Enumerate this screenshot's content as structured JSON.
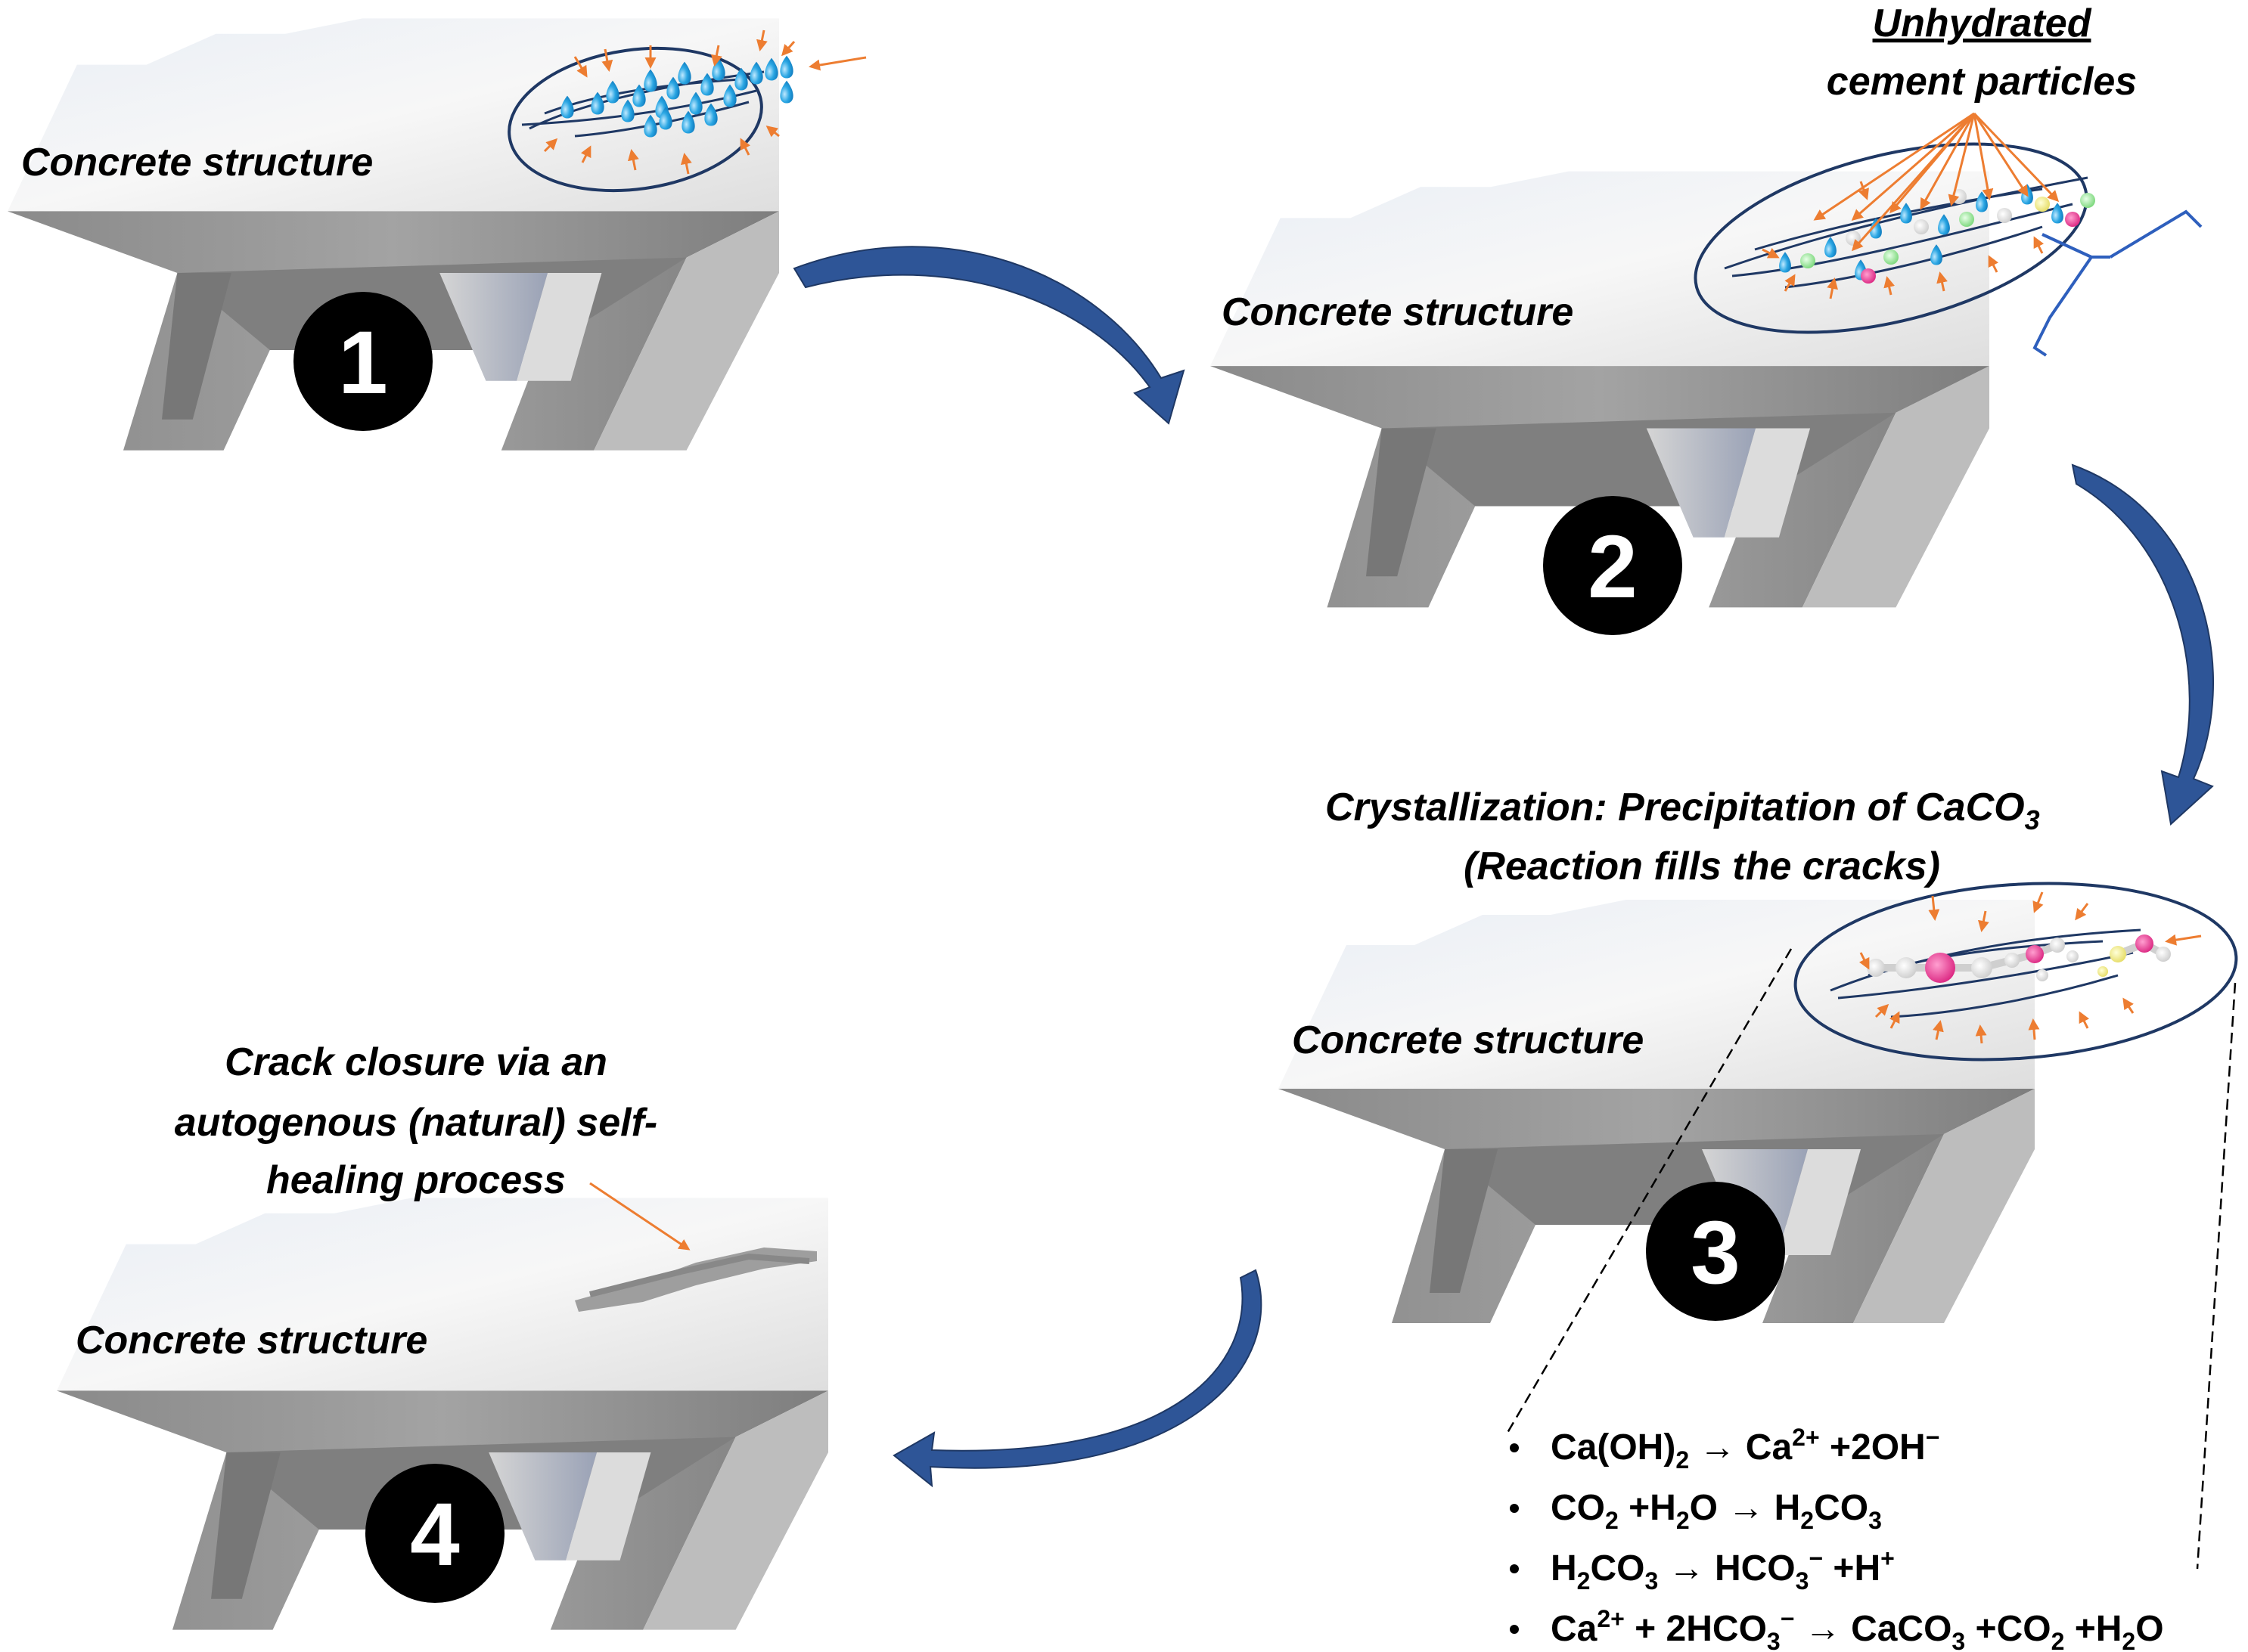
{
  "stages": [
    {
      "number": "1",
      "structure_label": "Concrete structure"
    },
    {
      "number": "2",
      "structure_label": "Concrete structure"
    },
    {
      "number": "3",
      "structure_label": "Concrete structure"
    },
    {
      "number": "4",
      "structure_label": "Concrete structure"
    }
  ],
  "annotations": {
    "unhydrated_line1": "Unhydrated",
    "unhydrated_line2": "cement particles",
    "crystallization_line1": "Crystallization: Precipitation of CaCO",
    "crystallization_sub": "3",
    "crystallization_line2": "(Reaction fills the cracks)",
    "closure_line1": "Crack closure via an",
    "closure_line2": "autogenous (natural) self-",
    "closure_line3": "healing process"
  },
  "reactions": [
    {
      "parts": [
        {
          "t": "Ca(OH)"
        },
        {
          "t": "2",
          "s": "sub"
        },
        {
          "t": " → Ca"
        },
        {
          "t": "2+",
          "s": "sup"
        },
        {
          "t": " +2OH"
        },
        {
          "t": "−",
          "s": "sup"
        }
      ]
    },
    {
      "parts": [
        {
          "t": "CO"
        },
        {
          "t": "2",
          "s": "sub"
        },
        {
          "t": " +H"
        },
        {
          "t": "2",
          "s": "sub"
        },
        {
          "t": "O → H"
        },
        {
          "t": "2",
          "s": "sub"
        },
        {
          "t": "CO"
        },
        {
          "t": "3",
          "s": "sub"
        }
      ]
    },
    {
      "parts": [
        {
          "t": "H"
        },
        {
          "t": "2",
          "s": "sub"
        },
        {
          "t": "CO"
        },
        {
          "t": "3",
          "s": "sub"
        },
        {
          "t": " → HCO"
        },
        {
          "t": "3",
          "s": "sub"
        },
        {
          "t": "−",
          "s": "sup"
        },
        {
          "t": " +H"
        },
        {
          "t": "+",
          "s": "sup"
        }
      ]
    },
    {
      "parts": [
        {
          "t": "Ca"
        },
        {
          "t": "2+",
          "s": "sup"
        },
        {
          "t": " + 2HCO"
        },
        {
          "t": "3",
          "s": "sub"
        },
        {
          "t": "−",
          "s": "sup"
        },
        {
          "t": " → CaCO"
        },
        {
          "t": "3",
          "s": "sub"
        },
        {
          "t": " +CO"
        },
        {
          "t": "2",
          "s": "sub"
        },
        {
          "t": " +H"
        },
        {
          "t": "2",
          "s": "sub"
        },
        {
          "t": "O"
        }
      ]
    }
  ],
  "colors": {
    "concrete_top": "#f4f4f4",
    "concrete_front": "#8f8f8f",
    "concrete_side": "#c4c4c4",
    "cycle_arrow": "#2e5597",
    "crack_outline": "#1f3864",
    "orange_arrow": "#ed7d31",
    "water_drop": "#29a3e0",
    "calcium_ion": "#e6248a"
  }
}
